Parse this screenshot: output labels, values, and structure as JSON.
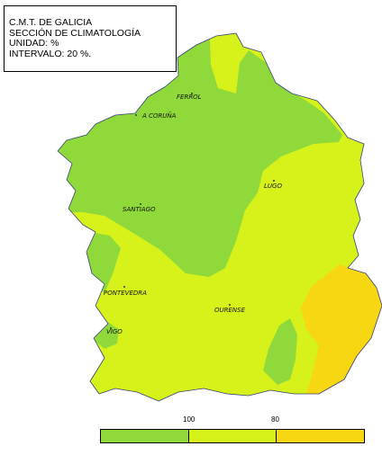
{
  "header": {
    "line1": "C.M.T. DE GALICIA",
    "line2": "SECCIÓN DE CLIMATOLOGÍA",
    "line3": "UNIDAD: %",
    "line4": "INTERVALO: 20 %."
  },
  "cities": {
    "ferrol": "FERROL",
    "coruna": "A CORUÑA",
    "santiago": "SANTIAGO",
    "lugo": "LUGO",
    "pontevedra": "PONTEVEDRA",
    "ourense": "OURENSE",
    "vigo": "VIGO"
  },
  "legend": {
    "label_100": "100",
    "label_80": "80",
    "colors": [
      "#8fda3a",
      "#d6f21a",
      "#f7d612"
    ]
  },
  "colors": {
    "zone_above_100": "#8fda3a",
    "zone_80_100": "#d6f21a",
    "zone_60_80": "#f7d612"
  }
}
